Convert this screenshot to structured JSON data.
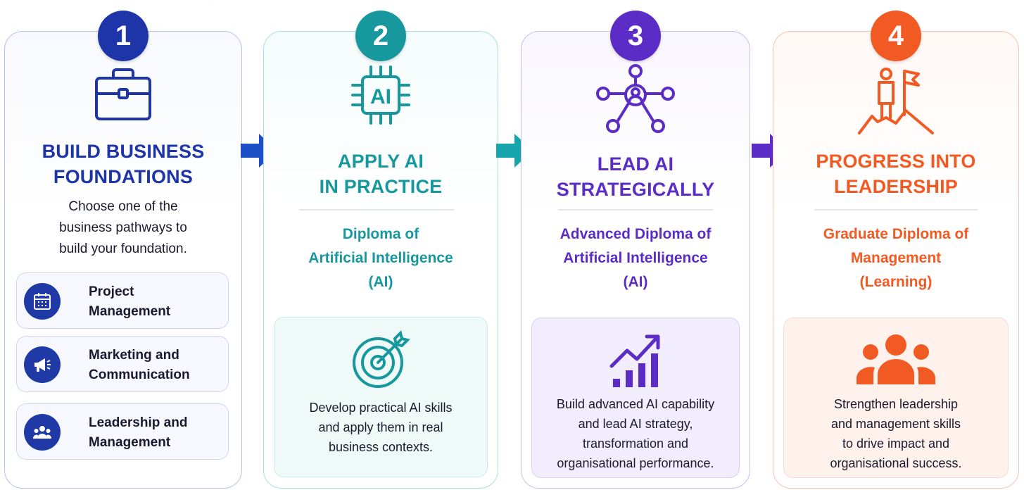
{
  "steps": [
    {
      "number": "1",
      "title_lines": [
        "BUILD BUSINESS",
        "FOUNDATIONS"
      ],
      "description_lines": [
        "Choose one of the",
        "business pathways to",
        "build your foundation."
      ],
      "pathways": [
        {
          "label_lines": [
            "Project",
            "Management"
          ],
          "icon": "calendar-icon"
        },
        {
          "label_lines": [
            "Marketing and",
            "Communication"
          ],
          "icon": "megaphone-icon"
        },
        {
          "label_lines": [
            "Leadership and",
            "Management"
          ],
          "icon": "team-icon"
        }
      ],
      "icon": "briefcase-icon",
      "color": "#1d35a8"
    },
    {
      "number": "2",
      "title_lines": [
        "APPLY AI",
        "IN PRACTICE"
      ],
      "diploma_lines": [
        "Diploma of",
        "Artificial Intelligence",
        "(AI)"
      ],
      "panel_text_lines": [
        "Develop practical AI skills",
        "and apply them in real",
        "business contexts."
      ],
      "icon": "ai-chip-icon",
      "chip_label": "AI",
      "panel_icon": "target-icon",
      "color": "#17989e"
    },
    {
      "number": "3",
      "title_lines": [
        "LEAD AI",
        "STRATEGICALLY"
      ],
      "diploma_lines": [
        "Advanced Diploma of",
        "Artificial Intelligence",
        "(AI)"
      ],
      "panel_text_lines": [
        "Build advanced AI capability",
        "and lead AI strategy,",
        "transformation and",
        "organisational performance."
      ],
      "icon": "network-person-icon",
      "panel_icon": "growth-chart-icon",
      "color": "#5b2cc6"
    },
    {
      "number": "4",
      "title_lines": [
        "PROGRESS INTO",
        "LEADERSHIP"
      ],
      "diploma_lines": [
        "Graduate Diploma of",
        "Management",
        "(Learning)"
      ],
      "panel_text_lines": [
        "Strengthen leadership",
        "and management skills",
        "to drive impact and",
        "organisational success."
      ],
      "icon": "summit-flag-icon",
      "panel_icon": "group-icon",
      "color": "#f25a24"
    }
  ],
  "arrows": [
    {
      "icon": "arrow-right-icon",
      "color": "#1d4fc7"
    },
    {
      "icon": "arrow-right-icon",
      "color": "#17a5ad"
    },
    {
      "icon": "arrow-right-icon",
      "color": "#5b2cc6"
    }
  ]
}
